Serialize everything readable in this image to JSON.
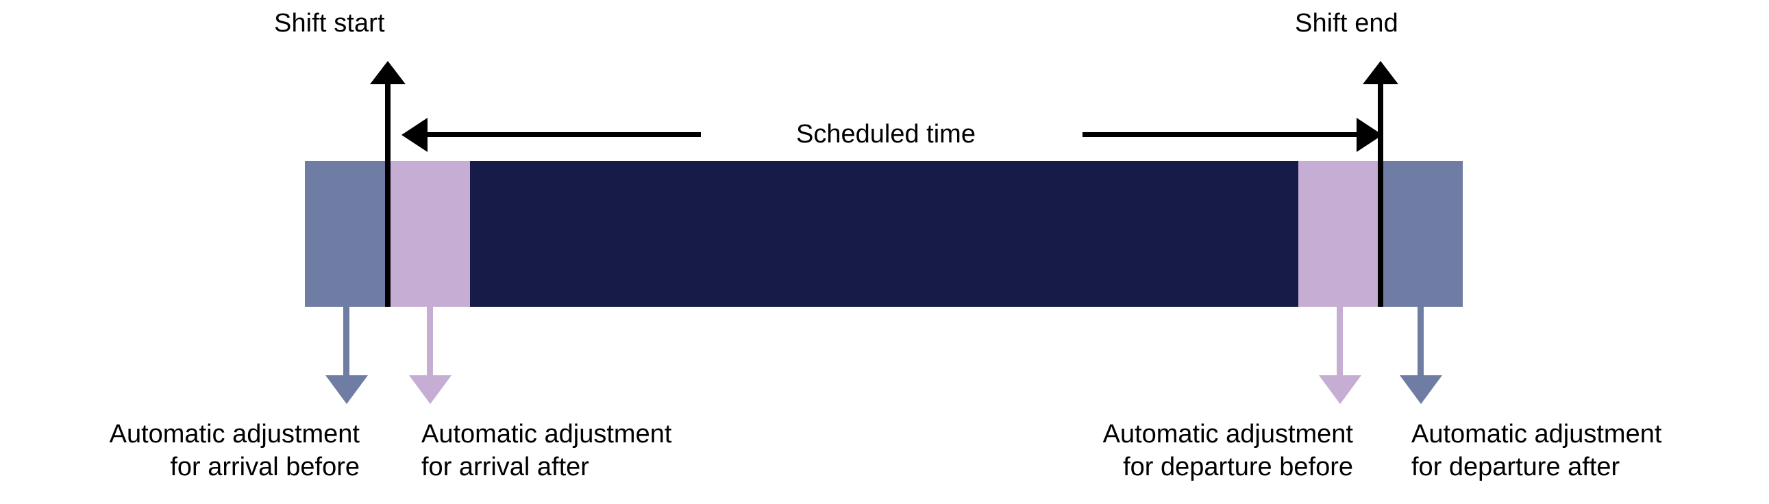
{
  "diagram": {
    "title_markers": {
      "shift_start": "Shift start",
      "shift_end": "Shift end"
    },
    "scheduled_time_label": "Scheduled time",
    "colors": {
      "before_outer": "#6F7CA4",
      "inner_tolerance": "#C6ADD4",
      "scheduled": "#171B47",
      "line_black": "#000000",
      "background": "#FFFFFF"
    },
    "segments": [
      {
        "name": "arrival-before-band",
        "color": "#6F7CA4"
      },
      {
        "name": "arrival-after-band",
        "color": "#C6ADD4"
      },
      {
        "name": "scheduled-band",
        "color": "#171B47"
      },
      {
        "name": "departure-before-band",
        "color": "#C6ADD4"
      },
      {
        "name": "departure-after-band",
        "color": "#6F7CA4"
      }
    ],
    "callouts": [
      {
        "id": "arrival-before",
        "line1": "Automatic adjustment",
        "line2": "for arrival before",
        "color": "#6F7CA4",
        "align": "right"
      },
      {
        "id": "arrival-after",
        "line1": "Automatic adjustment",
        "line2": "for arrival after",
        "color": "#C6ADD4",
        "align": "left"
      },
      {
        "id": "departure-before",
        "line1": "Automatic adjustment",
        "line2": "for departure before",
        "color": "#C6ADD4",
        "align": "right"
      },
      {
        "id": "departure-after",
        "line1": "Automatic adjustment",
        "line2": "for departure after",
        "color": "#6F7CA4",
        "align": "left"
      }
    ]
  }
}
